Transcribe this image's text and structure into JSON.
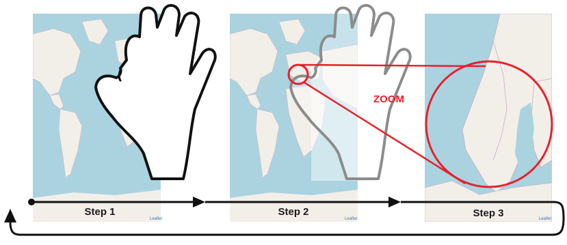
{
  "steps": [
    {
      "label": "Step 1",
      "attribution": "Leaflet"
    },
    {
      "label": "Step 2",
      "attribution": "Leaflet"
    },
    {
      "label": "Step 3",
      "attribution": "Leaflet"
    }
  ],
  "zoom_label": "ZOOM",
  "colors": {
    "sea": "#aad3df",
    "land": "#f2efe9",
    "zoom_accent": "#e8202a",
    "arrow": "#111111"
  },
  "icons": [
    "hand-gesture-icon",
    "pinch-hand-icon",
    "zoom-circle-icon",
    "flow-arrow-icon"
  ]
}
